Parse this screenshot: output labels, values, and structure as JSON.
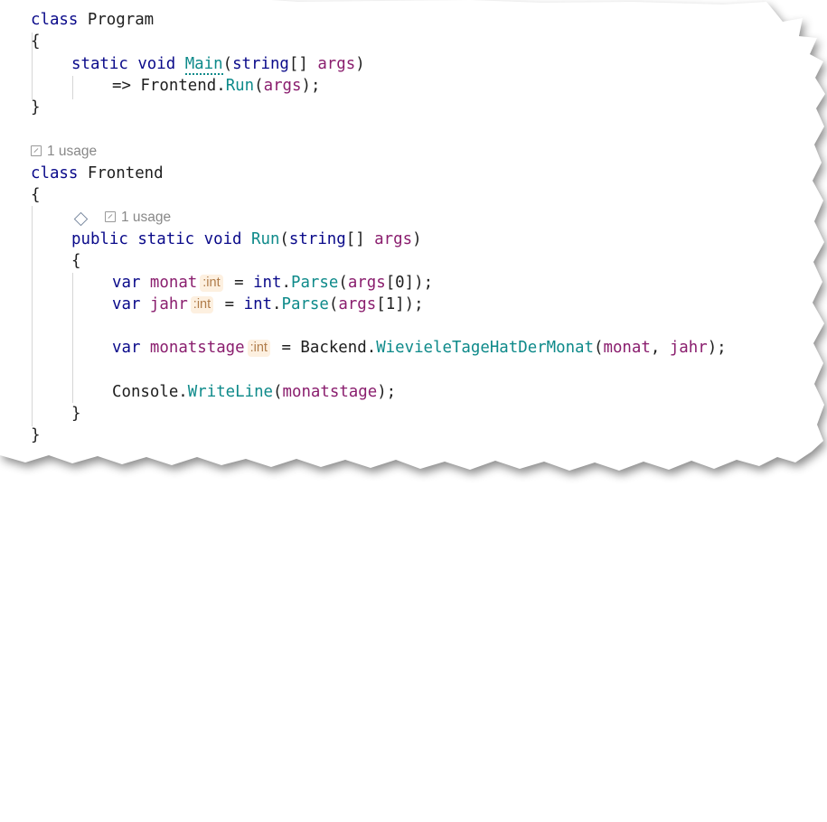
{
  "code": {
    "l1": {
      "kw": "class",
      "name": "Program"
    },
    "l2": {
      "brace": "{"
    },
    "l3": {
      "kw1": "static",
      "kw2": "void",
      "method": "Main",
      "p_open": "(",
      "type": "string",
      "arr": "[]",
      "param": "args",
      "p_close": ")"
    },
    "l4": {
      "arrow": "=>",
      "cls": "Frontend",
      "dot": ".",
      "method": "Run",
      "p_open": "(",
      "param": "args",
      "p_close": ");"
    },
    "l5": {
      "brace": "}"
    },
    "usage1": "1 usage",
    "l6": {
      "kw": "class",
      "name": "Frontend"
    },
    "l7": {
      "brace": "{"
    },
    "usage2": "1 usage",
    "l8": {
      "kw1": "public",
      "kw2": "static",
      "kw3": "void",
      "method": "Run",
      "p_open": "(",
      "type": "string",
      "arr": "[]",
      "param": "args",
      "p_close": ")"
    },
    "l9": {
      "brace": "{"
    },
    "l10": {
      "kw": "var",
      "var": "monat",
      "hint": ":int",
      "eq": "=",
      "type": "int",
      "dot": ".",
      "method": "Parse",
      "p_open": "(",
      "param": "args",
      "idx": "[0]",
      "p_close": ");"
    },
    "l11": {
      "kw": "var",
      "var": "jahr",
      "hint": ":int",
      "eq": "=",
      "type": "int",
      "dot": ".",
      "method": "Parse",
      "p_open": "(",
      "param": "args",
      "idx": "[1]",
      "p_close": ");"
    },
    "l12": {
      "kw": "var",
      "var": "monatstage",
      "hint": ":int",
      "eq": "=",
      "cls": "Backend",
      "dot": ".",
      "method": "WievieleTageHatDerMonat",
      "p_open": "(",
      "a1": "monat",
      "comma": ",",
      "a2": "jahr",
      "p_close": ");"
    },
    "l13": {
      "cls": "Console",
      "dot": ".",
      "method": "WriteLine",
      "p_open": "(",
      "a1": "monatstage",
      "p_close": ");"
    },
    "l14": {
      "brace": "}"
    },
    "l15": {
      "brace": "}"
    }
  },
  "colors": {
    "keyword": "#0a0a8a",
    "method": "#0e8a8a",
    "parameter": "#8a1e6e",
    "hint_bg": "#fdf0e0",
    "hint_fg": "#b07c4a"
  },
  "icons": {
    "usage": "usage-arrow-icon",
    "member": "diamond-icon"
  }
}
